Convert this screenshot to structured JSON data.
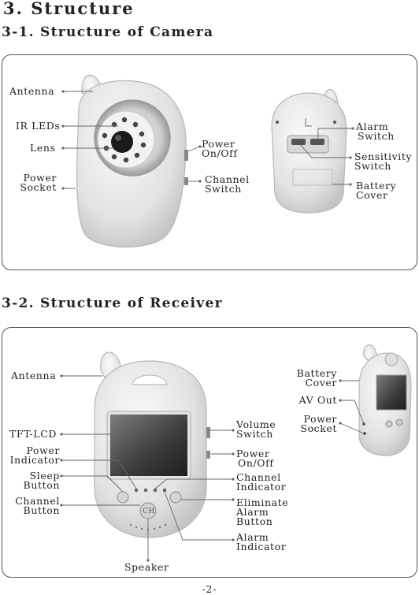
{
  "heading": "3. Structure",
  "camera": {
    "title": "3-1. Structure of Camera",
    "labels": {
      "antenna": "Antenna",
      "ir_leds": "IR LEDs",
      "lens": "Lens",
      "power_socket_1": "Power",
      "power_socket_2": "Socket",
      "power_onoff_1": "Power",
      "power_onoff_2": "On/Off",
      "channel_switch_1": "Channel",
      "channel_switch_2": "Switch",
      "alarm_switch_1": "Alarm",
      "alarm_switch_2": "Switch",
      "sensitivity_1": "Sensitivity",
      "sensitivity_2": "Switch",
      "battery_cover_1": "Battery",
      "battery_cover_2": "Cover"
    }
  },
  "receiver": {
    "title": "3-2. Structure of Receiver",
    "labels": {
      "antenna": "Antenna",
      "tft_lcd": "TFT-LCD",
      "power_indicator_1": "Power",
      "power_indicator_2": "Indicator",
      "sleep_button_1": "Sleep",
      "sleep_button_2": "Button",
      "channel_button_1": "Channel",
      "channel_button_2": "Button",
      "speaker": "Speaker",
      "volume_switch_1": "Volume",
      "volume_switch_2": "Switch",
      "power_onoff_1": "Power",
      "power_onoff_2": "On/Off",
      "channel_indicator_1": "Channel",
      "channel_indicator_2": "Indicator",
      "eliminate_1": "Eliminate",
      "eliminate_2": "Alarm",
      "eliminate_3": "Button",
      "alarm_indicator_1": "Alarm",
      "alarm_indicator_2": "Indicator",
      "battery_cover_1": "Battery",
      "battery_cover_2": "Cover",
      "av_out": "AV Out",
      "power_socket_1": "Power",
      "power_socket_2": "Socket",
      "ch_button": "CH"
    }
  },
  "page_number": "-2-"
}
